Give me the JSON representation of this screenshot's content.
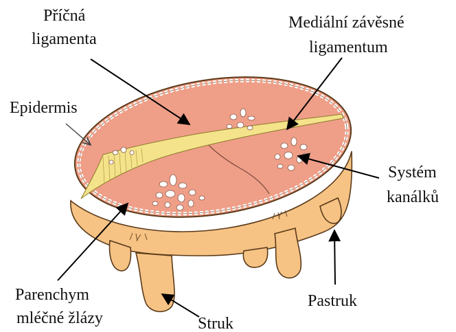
{
  "labels": {
    "pricna_1": "Příčná",
    "pricna_2": "ligamenta",
    "medialni_1": "Mediální závěsné",
    "medialni_2": "ligamentum",
    "epidermis": "Epidermis",
    "system_1": "Systém",
    "system_2": "kanálků",
    "parenchym_1": "Parenchym",
    "parenchym_2": "mléčné žlázy",
    "pastruk": "Pastruk",
    "struk": "Struk"
  },
  "colors": {
    "skin": "#f6c384",
    "skin_outline": "#5a3a1a",
    "cut_surface": "#ef9e88",
    "ligament": "#f4e38a",
    "epidermis_cells": "#ffffff",
    "arrow": "#000000",
    "text": "#111111"
  }
}
